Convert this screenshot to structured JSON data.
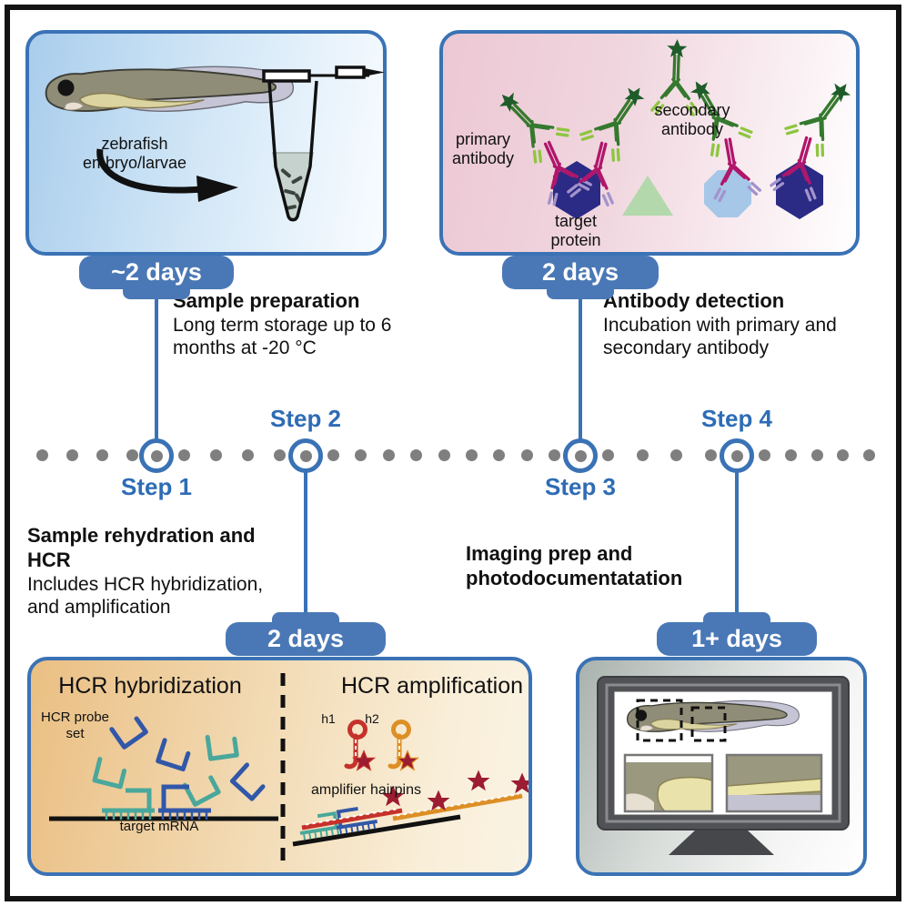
{
  "steps": [
    {
      "label": "Step 1",
      "duration": "~2 days",
      "title": "Sample preparation",
      "description": "Long term storage up to 6 months at -20 °C"
    },
    {
      "label": "Step 2",
      "duration": "2 days",
      "title": "Sample rehydration and HCR",
      "description": "Includes HCR hybridization, and amplification"
    },
    {
      "label": "Step 3",
      "duration": "2 days",
      "title": "Antibody detection",
      "description": "Incubation with primary and secondary antibody"
    },
    {
      "label": "Step 4",
      "duration": "1+ days",
      "title": "Imaging prep and photodocumentatation",
      "description": ""
    }
  ],
  "panels": {
    "sample_preparation": {
      "fish_label": "zebrafish embryo/larvae"
    },
    "antibody_detection": {
      "primary_label": "primary antibody",
      "secondary_label": "secondary antibody",
      "target_label": "target protein"
    },
    "hcr": {
      "hybridization_title": "HCR hybridization",
      "amplification_title": "HCR amplification",
      "probe_set_label": "HCR probe set",
      "mrna_label": "target mRNA",
      "hairpin1_label": "h1",
      "hairpin2_label": "h2",
      "hairpins_label": "amplifier hairpins"
    }
  },
  "colors": {
    "panel_border_blue": "#3a72b5",
    "badge_blue": "#4a78b6",
    "step_text_blue": "#2e6cb5",
    "timeline_dot_gray": "#7f7f7f",
    "primary_antibody": "#b0166b",
    "primary_accent": "#a393cb",
    "secondary_antibody": "#35792e",
    "secondary_accent": "#8dc63f",
    "secondary_star_green": "#1e5c2a",
    "target_hexagon_navy": "#2b2b85",
    "target_triangle_green": "#b2d8ac",
    "target_octagon_blue": "#a6c7e8",
    "probe_teal": "#4aa79b",
    "probe_blue": "#3157a8",
    "hairpin_h1_red": "#c5322b",
    "hairpin_h2_orange": "#dd8f25",
    "amplifier_star_red": "#9c1c31"
  }
}
